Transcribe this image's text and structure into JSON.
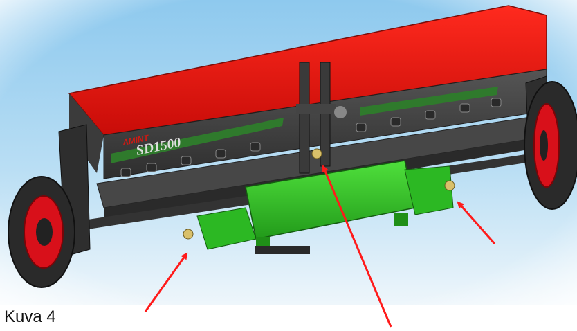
{
  "caption": "Kuva 4",
  "machine": {
    "brand": "AMINT",
    "model": "SD1500"
  },
  "colors": {
    "hopper_top": "#e8120c",
    "frame": "#3e3e3e",
    "hitch": "#35c52a",
    "rim": "#d8101a",
    "tire": "#2a2a2a",
    "arrow": "#ff1a1a",
    "sky_top": "#8ec9ee",
    "sky_bottom": "#e9f4fb"
  },
  "arrows": [
    {
      "target": "left-hitch-pin"
    },
    {
      "target": "top-link-pin"
    },
    {
      "target": "right-hitch-pin"
    }
  ]
}
